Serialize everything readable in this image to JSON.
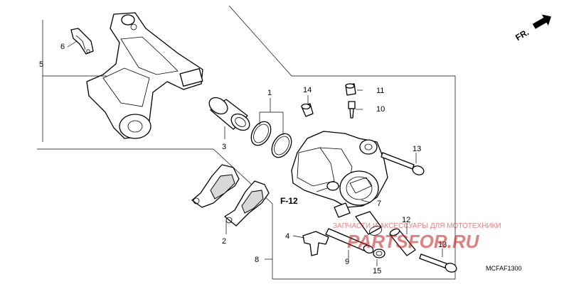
{
  "diagram": {
    "callouts": {
      "c1": "1",
      "c2": "2",
      "c3": "3",
      "c4": "4",
      "c5": "5",
      "c6": "6",
      "c7": "7",
      "c8": "8",
      "c9": "9",
      "c10": "10",
      "c11": "11",
      "c12": "12",
      "c13a": "13",
      "c13b": "13",
      "c14": "14",
      "c15": "15"
    },
    "reference": "F-12",
    "direction": "FR.",
    "drawing_code": "MCFAF1300",
    "watermark": {
      "text": "ЗАПЧАСТИ И АКСЕССУАРЫ ДЛЯ МОТОТЕХНИКИ",
      "logo": "PARTSFOR.RU"
    }
  }
}
